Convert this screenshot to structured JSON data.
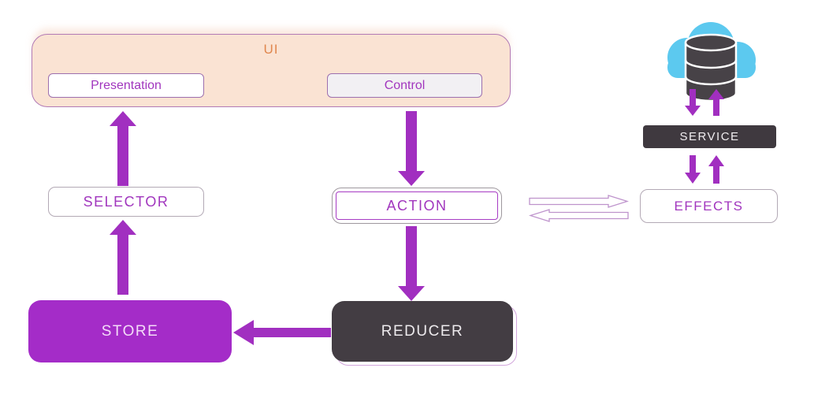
{
  "nodes": {
    "ui": {
      "label": "UI"
    },
    "presentation": {
      "label": "Presentation"
    },
    "control": {
      "label": "Control"
    },
    "selector": {
      "label": "SELECTOR"
    },
    "action": {
      "label": "ACTION"
    },
    "store": {
      "label": "STORE"
    },
    "reducer": {
      "label": "REDUCER"
    },
    "service": {
      "label": "SERVICE"
    },
    "effects": {
      "label": "EFFECTS"
    }
  },
  "icons": {
    "cloud_database": "cloud-database-icon"
  },
  "colors": {
    "arrow_purple": "#A12FC0",
    "hollow_arrow_stroke": "#BE93CC",
    "ui_panel_fill": "#FAE3D3",
    "ui_panel_border": "#B27AB5",
    "ui_label_text": "#E0874E",
    "purple_text": "#A136BE",
    "store_fill": "#A42CC8",
    "dark_box_fill": "#433D43",
    "cloud_blue": "#5CC9EF",
    "database_gray": "#474247"
  }
}
